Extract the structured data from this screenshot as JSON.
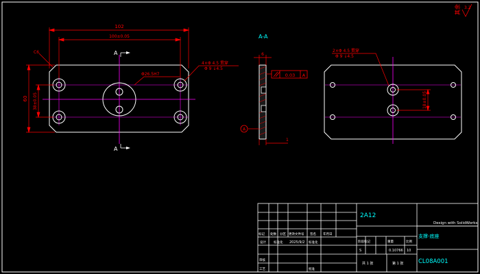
{
  "colors": {
    "background": "#000000",
    "outline": "#ffffff",
    "centerline": "#ff00ff",
    "dimension": "#ff0000",
    "annotation": "#00ffff",
    "tolerance_text": "#ffff00"
  },
  "front_view": {
    "dim_overall_width": "102",
    "dim_hole_spacing_x": "100±0.05",
    "dim_overall_height": "60",
    "dim_hole_spacing_y": "38±0.05",
    "hole_callout_line1": "4×Φ 4.5 贯穿",
    "hole_callout_line2": "Φ 9 ↓4.5",
    "center_hole_callout": "Φ26.5H7",
    "chamfer_label": "C6",
    "section_mark_top": "A",
    "section_mark_bottom": "A"
  },
  "section_view": {
    "title": "A-A",
    "thickness_dim": "6",
    "flatness_tolerance": "0.03",
    "datum_symbol": "A",
    "bottom_dim": "1"
  },
  "back_view": {
    "hole_callout_line1": "2×Φ 4.5 贯穿",
    "hole_callout_line2": "Φ 9 ↓4.5",
    "hole_spacing_dim": "18±0.05"
  },
  "corner": {
    "roughness_label": "其余",
    "roughness_value": "3.2"
  },
  "title_block": {
    "material": "2A12",
    "design_note": "Design with SolidWorks",
    "part_name": "支撑-底座",
    "drawing_number": "CL08A001",
    "row_labels": [
      "标记",
      "处数",
      "分区",
      "更改文件号",
      "签名",
      "年月日"
    ],
    "designer_label": "设计",
    "standardization_label": "标准化",
    "date": "2025/9/2",
    "stage_label": "阶段标记",
    "weight_label": "重量",
    "scale_label": "比例",
    "stage_value": "S",
    "weight_value": "0.10766",
    "scale_value": "10",
    "sheet_count": "共 1 张",
    "sheet_index": "第 1 张",
    "review_label": "审核",
    "process_label": "工艺",
    "approve_label": "批准"
  }
}
